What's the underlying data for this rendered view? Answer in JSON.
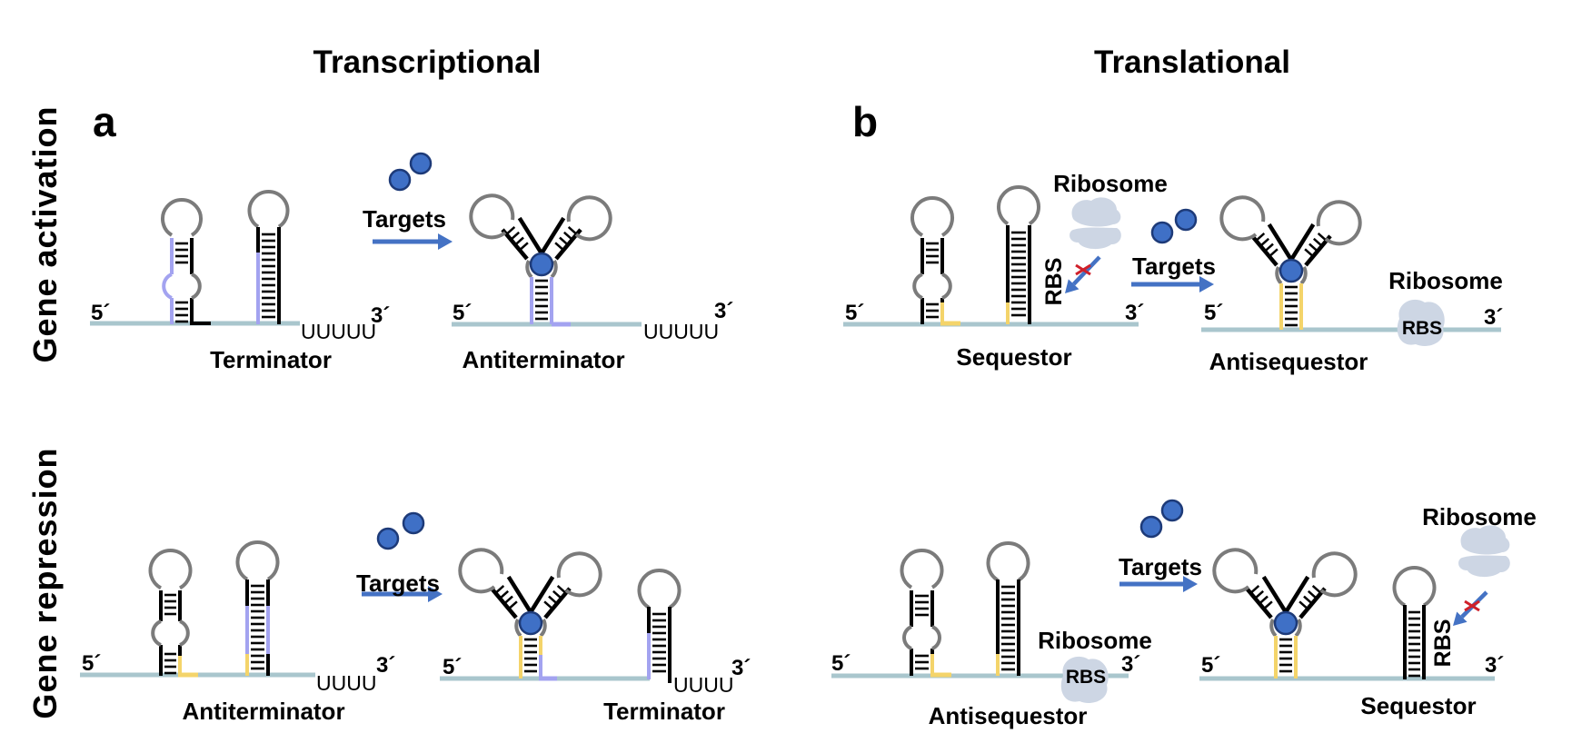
{
  "figure": {
    "column_titles": {
      "transcriptional": "Transcriptional",
      "translational": "Translational"
    },
    "row_titles": {
      "activation": "Gene activation",
      "repression": "Gene repression"
    },
    "panel_letters": {
      "a": "a",
      "b": "b"
    },
    "ends": {
      "five_prime": "5´",
      "three_prime": "3´"
    },
    "uracil_tail_5": "UUUUU",
    "uracil_tail_4": "UUUU",
    "targets_label": "Targets",
    "ribosome_label": "Ribosome",
    "rbs_label": "RBS",
    "colors": {
      "strand": "#a9c6cd",
      "loop": "#7b7b7b",
      "purple_segment": "#a3a3f0",
      "yellow_segment": "#f4d46a",
      "target": "#3f70c6",
      "target_outline": "#1d3a78",
      "arrow": "#4472c4",
      "ribosome": "#cdd6e4",
      "block_mark": "#d0202a"
    }
  },
  "panels": {
    "a_activation": {
      "before": "Terminator",
      "after": "Antiterminator"
    },
    "b_activation": {
      "before": "Sequestor",
      "after": "Antisequestor"
    },
    "a_repression": {
      "before": "Antiterminator",
      "after": "Terminator"
    },
    "b_repression": {
      "before": "Antisequestor",
      "after": "Sequestor"
    }
  }
}
